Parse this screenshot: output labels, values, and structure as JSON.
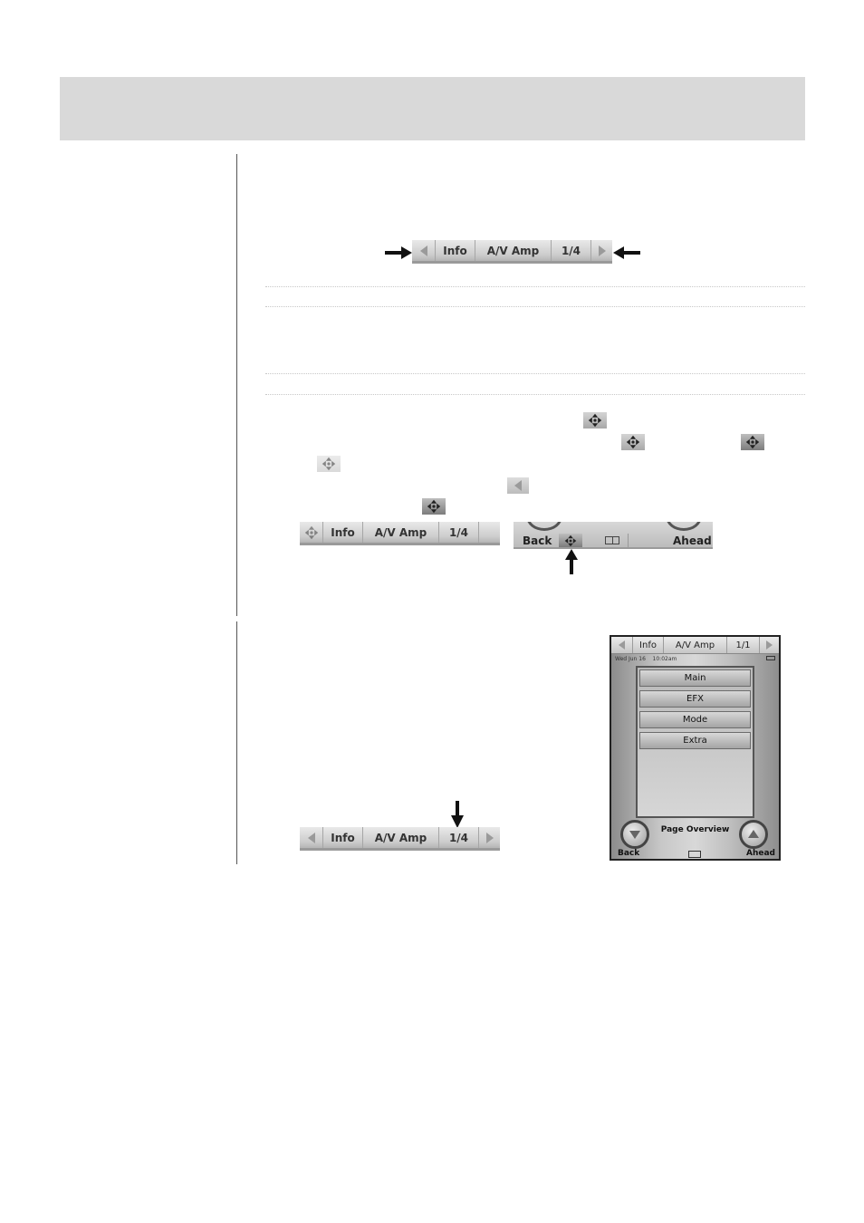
{
  "toolbar_top": {
    "info": "Info",
    "device": "A/V Amp",
    "page": "1/4"
  },
  "toolbar_mid": {
    "info": "Info",
    "device": "A/V Amp",
    "page": "1/4"
  },
  "toolbar_bottom": {
    "info": "Info",
    "device": "A/V Amp",
    "page": "1/4"
  },
  "back_ahead_strip": {
    "back": "Back",
    "ahead": "Ahead"
  },
  "device_screen": {
    "toolbar": {
      "info": "Info",
      "device": "A/V Amp",
      "page": "1/1"
    },
    "date": "Wed Jun 16",
    "time": "10:02am",
    "menu": [
      "Main",
      "EFX",
      "Mode",
      "Extra"
    ],
    "overview_label": "Page Overview",
    "back": "Back",
    "ahead": "Ahead"
  },
  "icons": {
    "arrow": "arrow-icon",
    "left_triangle": "left-triangle-icon",
    "right_triangle": "right-triangle-icon",
    "crosshair": "crosshair-icon",
    "book": "book-icon"
  }
}
